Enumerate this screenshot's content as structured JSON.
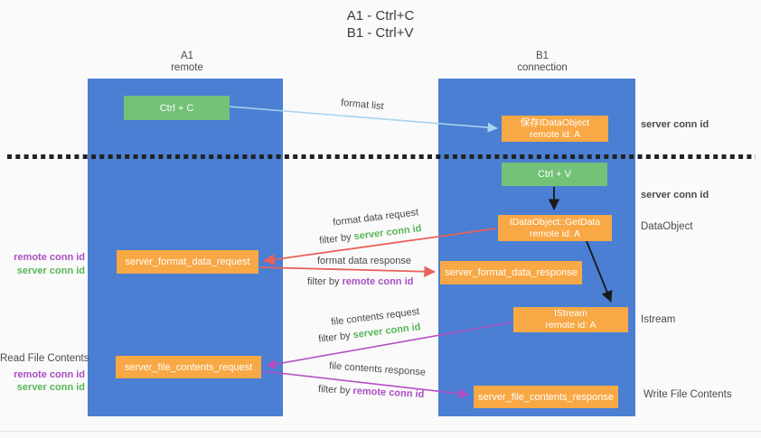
{
  "title": {
    "line1": "A1 - Ctrl+C",
    "line2": "B1 - Ctrl+V"
  },
  "columns": {
    "a": {
      "name": "A1",
      "subtitle": "remote"
    },
    "b": {
      "name": "B1",
      "subtitle": "connection"
    }
  },
  "nodes": {
    "ctrl_c": {
      "label": "Ctrl + C"
    },
    "ctrl_v": {
      "label": "Ctrl + V"
    },
    "save_dataobject": {
      "line1": "保存IDataObject",
      "line2": "remote id: A"
    },
    "getdata": {
      "line1": "IDataObject::GetData",
      "line2": "remote id: A"
    },
    "istream": {
      "line1": "IStream",
      "line2": "remote id: A"
    },
    "format_request": {
      "label": "server_format_data_request"
    },
    "format_response": {
      "label": "server_format_data_response"
    },
    "file_request": {
      "label": "server_file_contents_request"
    },
    "file_response": {
      "label": "server_file_contents_response"
    }
  },
  "arrow_labels": {
    "format_list": "format list",
    "format_data_request": "format data request",
    "filter_server_1": {
      "prefix": "filter by ",
      "id": "server conn id"
    },
    "format_data_response": "format data response",
    "filter_remote_1": {
      "prefix": "filter by ",
      "id": "remote conn id"
    },
    "file_contents_request": "file contents request",
    "filter_server_2": {
      "prefix": "filter by ",
      "id": "server conn id"
    },
    "file_contents_response": "file contents response",
    "filter_remote_2": {
      "prefix": "filter by ",
      "id": "remote conn id"
    }
  },
  "annotations": {
    "right_server_conn_1": "server conn id",
    "right_server_conn_2": "server conn id",
    "dataobject": "DataObject",
    "istream": "Istream",
    "write_file_contents": "Write File Contents",
    "left_remote_conn_1": "remote conn id",
    "left_server_conn_1": "server conn id",
    "read_file_contents": "Read File Contents",
    "left_remote_conn_2": "remote conn id",
    "left_server_conn_2": "server conn id"
  },
  "colors": {
    "background": "#fafafa",
    "lifeline_blue": "#4a7fd3",
    "node_green": "#74c178",
    "node_orange": "#f8a845",
    "server_conn_green": "#57b657",
    "remote_conn_purple": "#ab4dc4",
    "arrow_red": "#e8625a",
    "arrow_purple": "#b44ec4",
    "arrow_light_blue": "#a9d3ee",
    "arrow_black": "#1a1a1a"
  }
}
